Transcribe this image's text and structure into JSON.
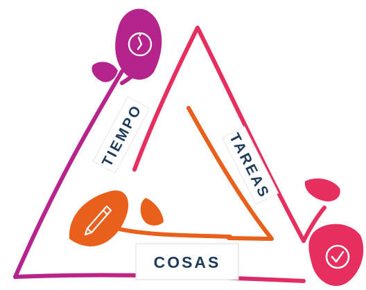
{
  "labels": {
    "tiempo": "TIEMPO",
    "tareas": "TAREAS",
    "cosas": "COSAS"
  },
  "icons": {
    "tiempo": "clock-icon",
    "tareas": "checkmark-icon",
    "cosas": "pencil-icon"
  },
  "colors": {
    "tiempo": "#b5248d",
    "tareas": "#e62e5f",
    "cosas": "#e8601c",
    "text": "#1f3b5a"
  }
}
